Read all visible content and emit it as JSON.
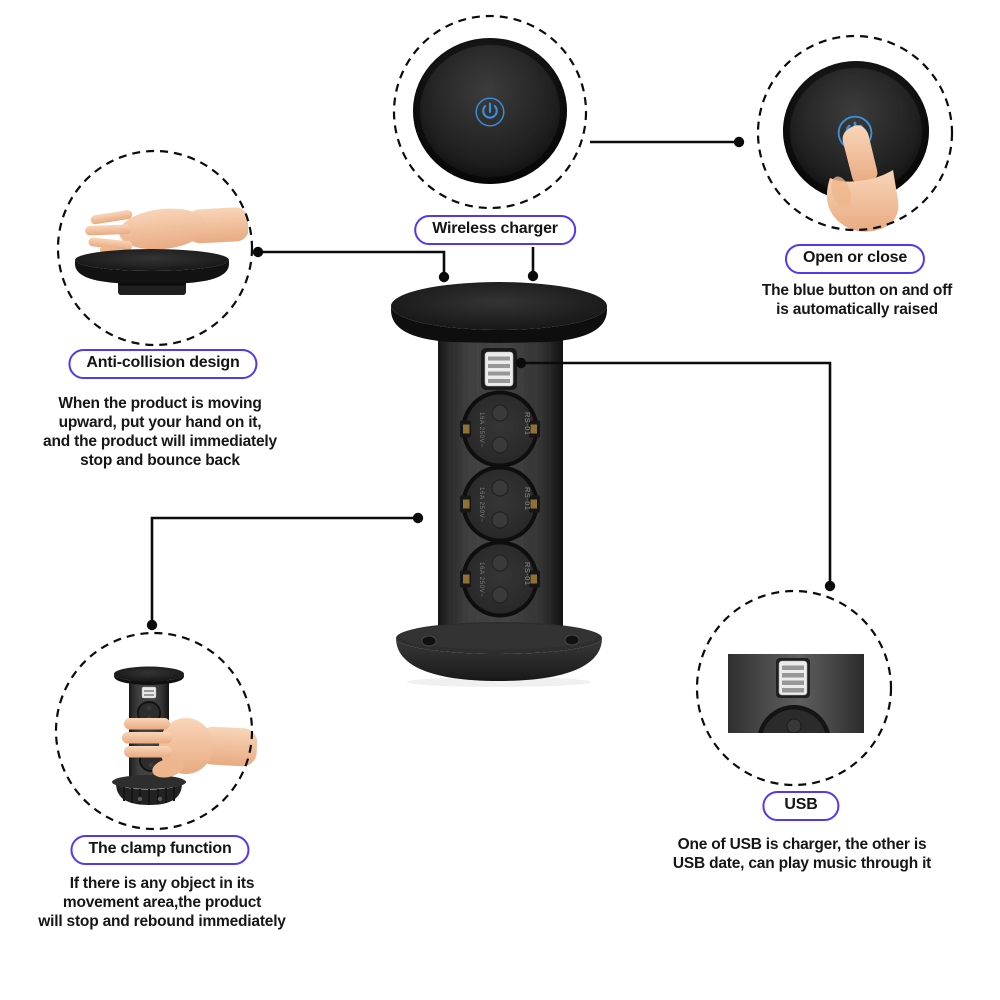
{
  "colors": {
    "accent": "#5636ef",
    "power_icon_blue": "#3d8ed9",
    "line_black": "#0a0a0a",
    "product_black": "#1c1c1c",
    "skin_tone": "#f2c4a0"
  },
  "icons": {
    "power_icon_glyph": "⏻"
  },
  "callouts": {
    "wireless_charger": {
      "label": "Wireless charger"
    },
    "open_close": {
      "label": "Open or close",
      "description": "The blue button on and off\nis automatically raised"
    },
    "anti_collision": {
      "label": "Anti-collision design",
      "description": "When the product is moving\nupward, put your hand on it,\nand the product will immediately\nstop and bounce back"
    },
    "clamp": {
      "label": "The clamp function",
      "description": "If there is any object in its\nmovement area,the product\nwill stop and rebound immediately"
    },
    "usb": {
      "label": "USB",
      "description": "One of USB is charger, the other is\nUSB date, can play music through it"
    }
  },
  "product": {
    "socket_label_model": "RS-01",
    "socket_label_rating": "16A 250V~"
  }
}
